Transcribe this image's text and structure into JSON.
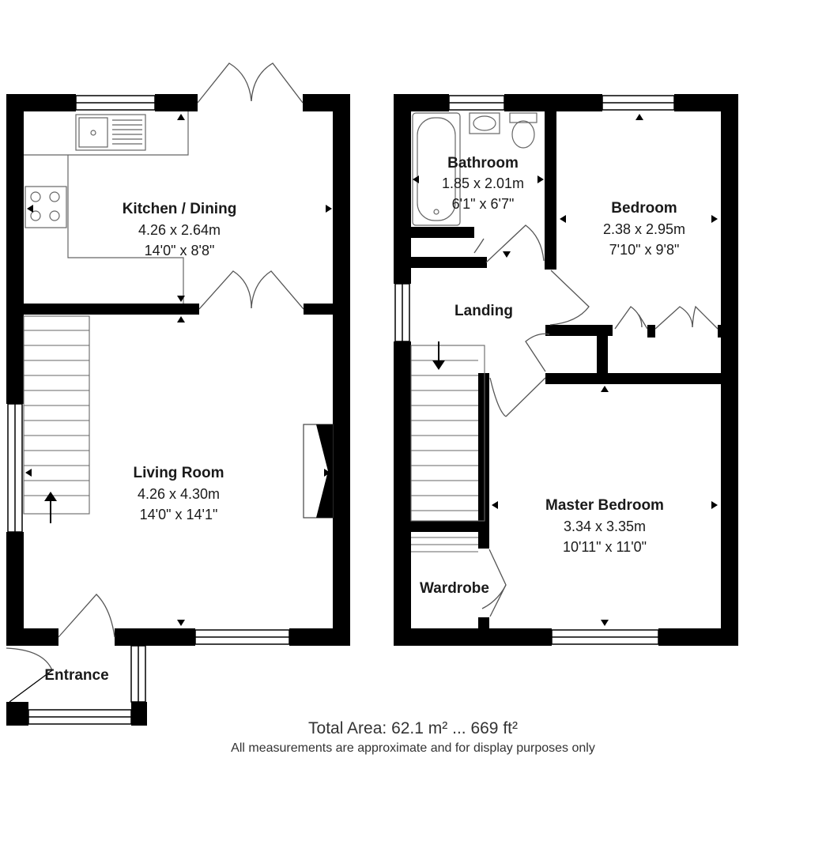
{
  "rooms": {
    "kitchen": {
      "name": "Kitchen / Dining",
      "metric": "4.26 x 2.64m",
      "imperial": "14'0\" x 8'8\""
    },
    "living": {
      "name": "Living Room",
      "metric": "4.26 x 4.30m",
      "imperial": "14'0\" x 14'1\""
    },
    "entrance": {
      "name": "Entrance"
    },
    "bathroom": {
      "name": "Bathroom",
      "metric": "1.85 x 2.01m",
      "imperial": "6'1\" x 6'7\""
    },
    "bedroom": {
      "name": "Bedroom",
      "metric": "2.38 x 2.95m",
      "imperial": "7'10\" x 9'8\""
    },
    "landing": {
      "name": "Landing"
    },
    "master": {
      "name": "Master Bedroom",
      "metric": "3.34 x 3.35m",
      "imperial": "10'11\" x 11'0\""
    },
    "wardrobe": {
      "name": "Wardrobe"
    }
  },
  "footer": {
    "total_area": "Total Area: 62.1 m² ... 669 ft²",
    "disclaimer": "All measurements are approximate and for display purposes only"
  },
  "colors": {
    "wall": "#000000",
    "fixture_line": "#555555",
    "background": "#ffffff"
  }
}
